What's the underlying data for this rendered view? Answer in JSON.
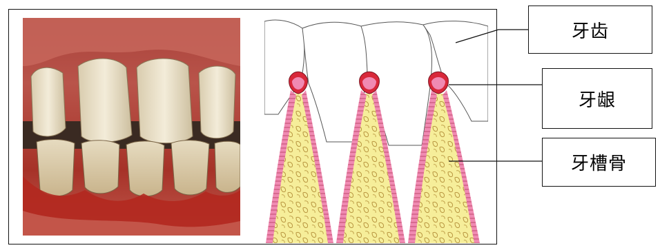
{
  "labels": {
    "tooth": "牙齿",
    "gum": "牙龈",
    "alveolar_bone": "牙槽骨"
  },
  "colors": {
    "gum_red": "#d8283a",
    "gum_pink": "#f08ab2",
    "bone_yellow": "#f6ee9a",
    "bone_texture": "#c7a24a",
    "photo_gum": "#b83a32",
    "photo_tooth": "#e8dcc0"
  }
}
